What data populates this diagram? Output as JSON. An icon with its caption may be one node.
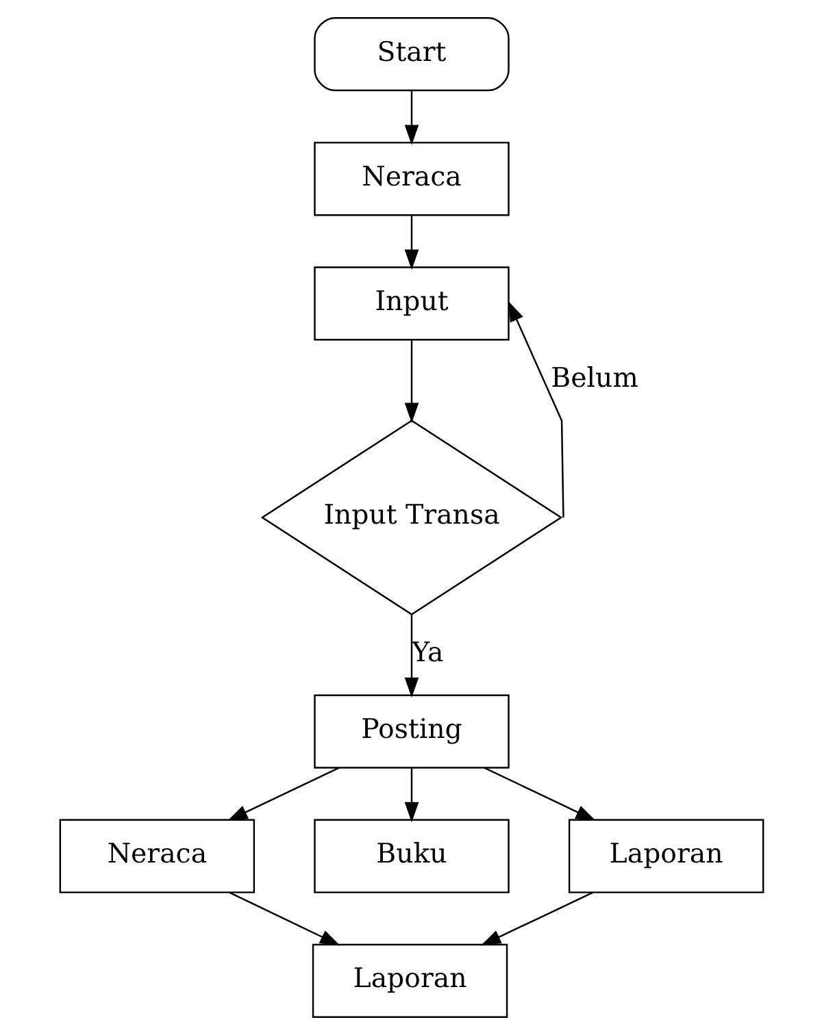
{
  "diagram": {
    "nodes": [
      {
        "text": [
          "Start"
        ]
      },
      {
        "text": [
          "Neraca"
        ]
      },
      {
        "text": [
          "Input"
        ]
      },
      {
        "text": [
          "Input Transa"
        ]
      },
      {
        "text": [
          "Posting"
        ]
      },
      {
        "text": [
          "Neraca"
        ]
      },
      {
        "text": [
          "Buku"
        ]
      },
      {
        "text": [
          "Laporan"
        ]
      },
      {
        "text": [
          "Laporan"
        ]
      }
    ],
    "edges": [
      {
        "from": 0,
        "to": 1,
        "arrow": "to"
      },
      {
        "from": 1,
        "to": 2,
        "arrow": "to"
      },
      {
        "from": 2,
        "to": 3,
        "arrow": "to"
      },
      {
        "from": 3,
        "to": 4,
        "label": "Ya",
        "arrow": "to"
      },
      {
        "from": 3,
        "to": 2,
        "label": "Belum",
        "arrow": "to"
      },
      {
        "from": 4,
        "to": 5,
        "arrow": "to"
      },
      {
        "from": 4,
        "to": 6,
        "arrow": "to"
      },
      {
        "from": 4,
        "to": 7,
        "arrow": "to"
      },
      {
        "from": 5,
        "to": 8,
        "arrow": "to"
      },
      {
        "from": 7,
        "to": 8,
        "arrow": "to"
      }
    ]
  }
}
